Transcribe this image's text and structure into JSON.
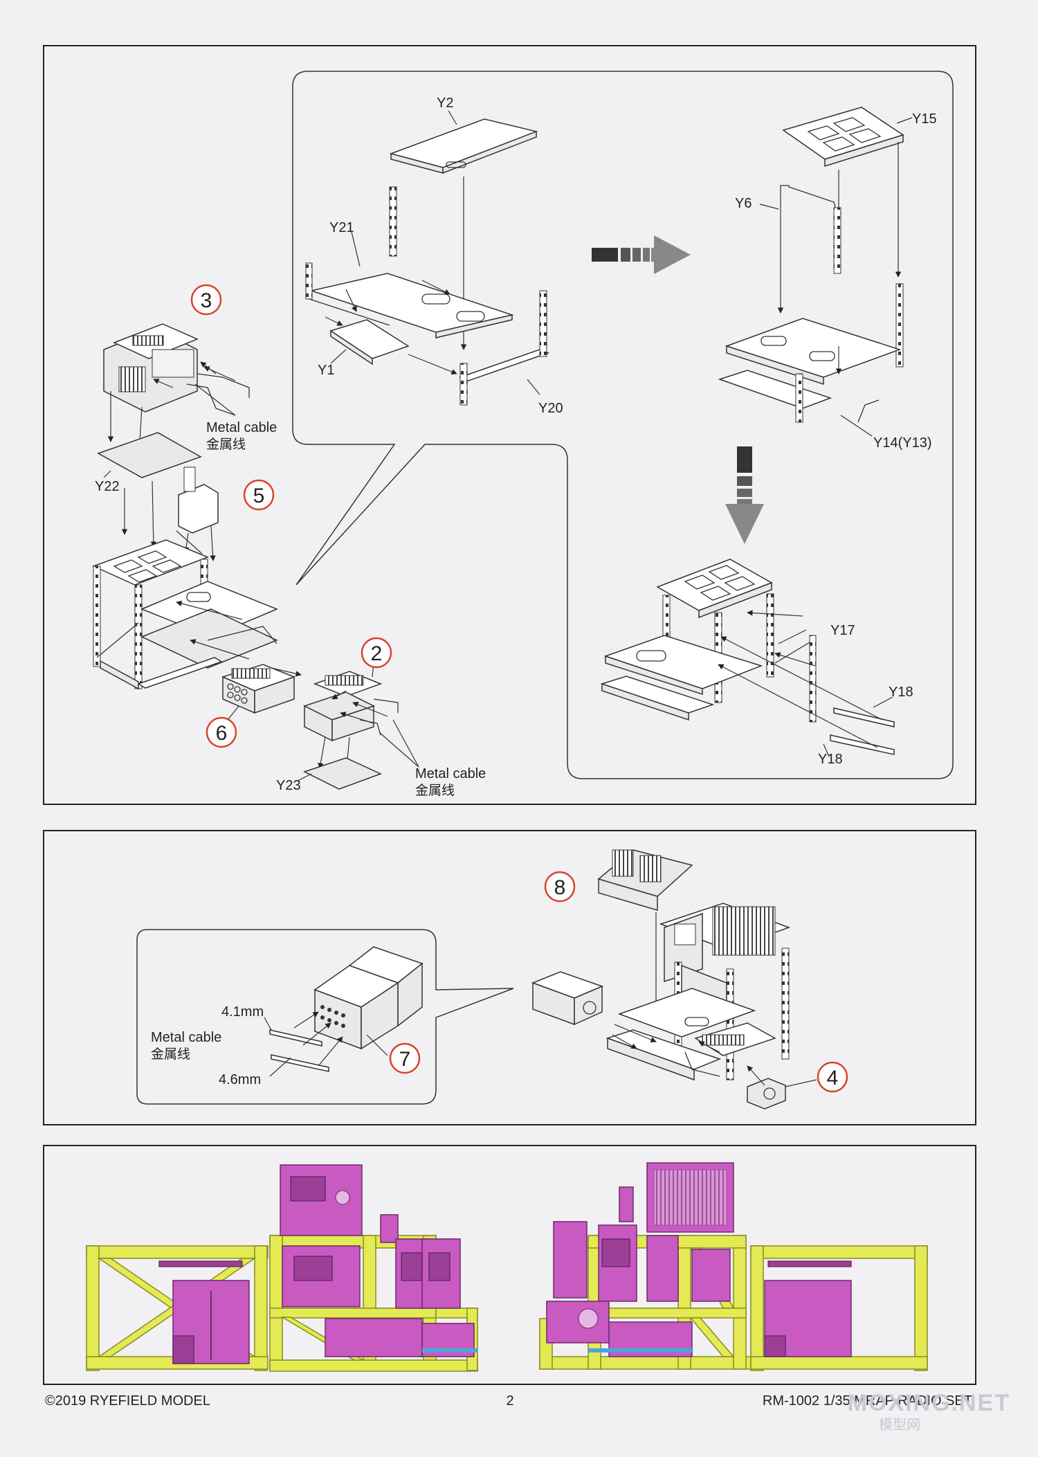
{
  "labels": {
    "y2": "Y2",
    "y21": "Y21",
    "y1": "Y1",
    "y20": "Y20",
    "y15": "Y15",
    "y6": "Y6",
    "y14": "Y14(Y13)",
    "y17": "Y17",
    "y18a": "Y18",
    "y18b": "Y18",
    "y22": "Y22",
    "y23": "Y23",
    "metal_cable_en": "Metal cable",
    "metal_cable_cn": "金属线",
    "dim_41": "4.1mm",
    "dim_46": "4.6mm"
  },
  "steps": {
    "s2": "2",
    "s3": "3",
    "s4": "4",
    "s5": "5",
    "s6": "6",
    "s7": "7",
    "s8": "8"
  },
  "footer": {
    "copyright": "©2019 RYEFIELD MODEL",
    "page": "2",
    "product": "RM-1002 1/35 MRAP RADIO SET"
  },
  "watermark": {
    "main": "MOXING.NET",
    "cn": "模型网"
  },
  "colors": {
    "frame": "#e3ea54",
    "radio": "#c85ac2",
    "callout": "#d8432e"
  }
}
